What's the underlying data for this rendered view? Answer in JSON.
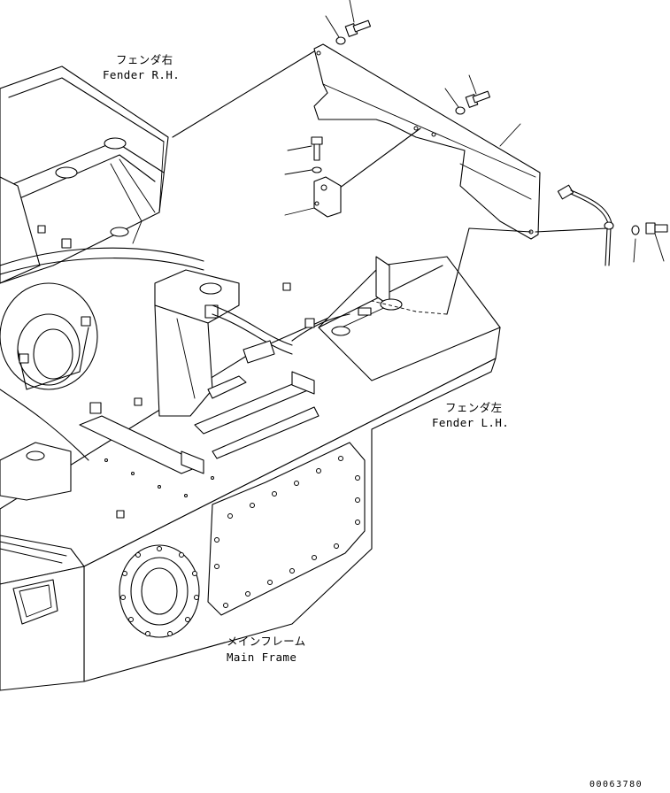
{
  "labels": {
    "fender_rh_jp": "フェンダ右",
    "fender_rh_en": "Fender R.H.",
    "fender_lh_jp": "フェンダ左",
    "fender_lh_en": "Fender L.H.",
    "main_frame_jp": "メインフレーム",
    "main_frame_en": "Main Frame"
  },
  "drawing_number": "00063780",
  "colors": {
    "line": "#000000",
    "background": "#ffffff"
  }
}
